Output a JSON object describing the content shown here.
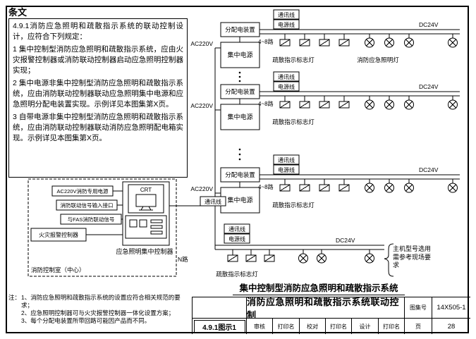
{
  "provisions": {
    "heading": "条文",
    "intro": "4.9.1消防应急照明和疏散指示系统的联动控制设计，应符合下列规定：",
    "items": [
      "1 集中控制型消防应急照明和疏散指示系统，应由火灾报警控制器或消防联动控制器启动应急照明控制器实现；",
      "2 集中电源非集中控制型消防应急照明和疏散指示系统，应由消防联动控制器联动应急照明集中电源和应急照明分配电装置实现。示例详见本图集第X页。",
      "3 自带电源非集中控制型消防应急照明和疏散指示系统，应由消防联动控制器联动消防应急照明配电箱实现。示例详见本图集第X页。"
    ]
  },
  "diagram": {
    "labels": {
      "ac220v": "AC220V",
      "dc24v": "DC24V",
      "comm_line": "通讯线",
      "power_line": "电源线",
      "routes_4_8": "4~8路",
      "routes_n": "N路",
      "dist_device": "分配电装置",
      "central_power": "集中电源",
      "evac_sign": "疏散指示标志灯",
      "emergency_light": "消防应急照明灯",
      "crt": "CRT",
      "controller": "应急照明集中控制器",
      "ac_power_input": "AC220V消防专用电源",
      "linkage_input": "消防联动信号输入接口",
      "fas_signal": "与FAS消防联动信号",
      "fire_alarm_controller": "火灾报警控制器",
      "control_room": "消防控制室（中心）",
      "host_note": "主机型号选用需参考现场要求"
    },
    "system_title": "集中控制型消防应急照明和疏散指示系统"
  },
  "notes": {
    "prefix": "注：",
    "items": [
      "1、消防应急照明和疏散指示系统的设置应符合相关规范的要求；",
      "2、应急照明控制器可与火灾报警控制器一体化设置方案；",
      "3、每个分配电装置所带回路可能因产品而不同。"
    ]
  },
  "title_block": {
    "figure_label": "4.9.1图示1",
    "reviewer_label": "审核",
    "reviewer_value": "打印名",
    "proof_label": "校对",
    "proof_value": "打印名",
    "design_label": "设计",
    "design_value": "打印名",
    "main_title": "消防应急照明和疏散指示系统联动控制",
    "atlas_label": "图集号",
    "atlas_value": "14X505-1",
    "page_label": "页",
    "page_value": "28"
  }
}
